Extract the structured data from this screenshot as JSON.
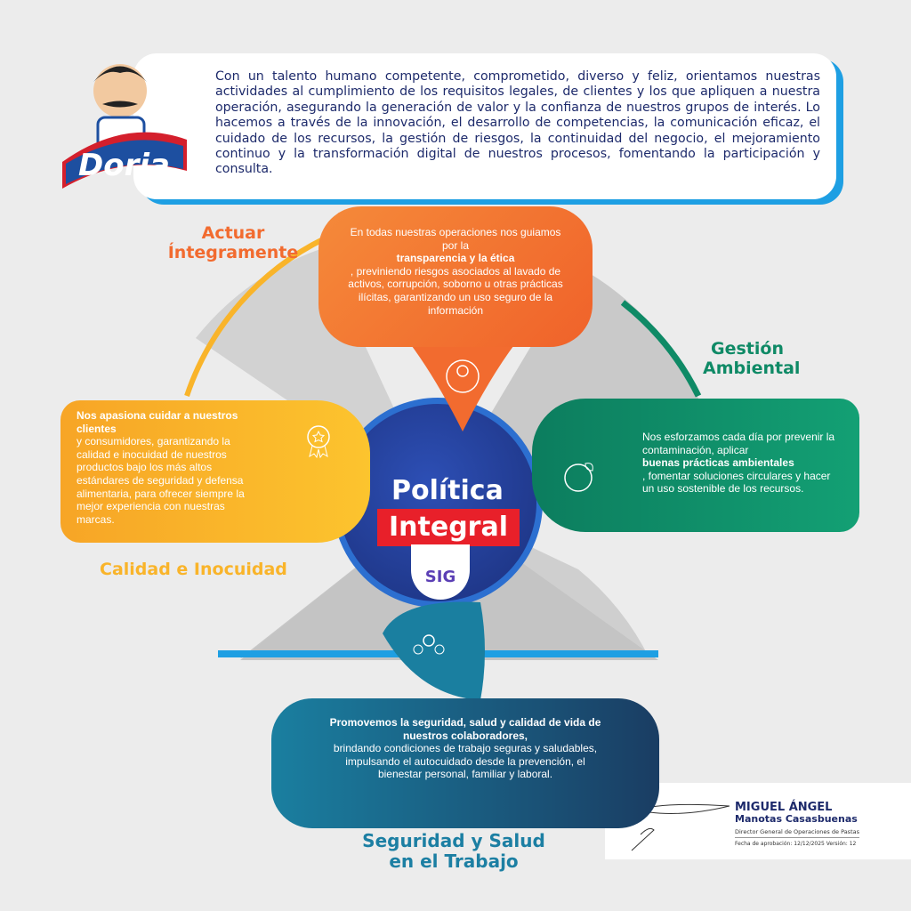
{
  "brand": {
    "logo_text": "Doria"
  },
  "intro": {
    "text": "Con un talento humano competente, comprometido, diverso y feliz, orientamos nuestras actividades al cumplimiento de los requisitos legales, de clientes y los que apliquen a nuestra operación, asegurando la generación de valor y la confianza de nuestros grupos de interés. Lo hacemos a través de la innovación, el desarrollo de competencias, la comunicación eficaz, el cuidado de los recursos, la gestión de riesgos, la continuidad del negocio, el mejoramiento continuo y la transformación digital de nuestros procesos, fomentando la participación y consulta."
  },
  "center": {
    "line1": "Política",
    "line2": "Integral",
    "badge": "SIG"
  },
  "pillars": {
    "actuar": {
      "title1": "Actuar",
      "title2": "Íntegramente",
      "pre": "En todas nuestras operaciones nos guiamos por la ",
      "bold": "transparencia y la ética",
      "post": ", previniendo riesgos asociados al lavado de activos, corrupción, soborno u otras prácticas ilícitas, garantizando un uso seguro de la información",
      "color": "#f26b2f"
    },
    "calidad": {
      "title": "Calidad e Inocuidad",
      "bold1": "Nos apasiona cuidar a nuestros clientes",
      "post": " y consumidores, garantizando la calidad e inocuidad de nuestros productos bajo los más altos estándares de seguridad y defensa alimentaria, para ofrecer siempre la mejor experiencia con nuestras marcas.",
      "color": "#f9b42a"
    },
    "ambiental": {
      "title1": "Gestión",
      "title2": "Ambiental",
      "pre": "Nos esforzamos cada día por prevenir la contaminación, aplicar ",
      "bold": "buenas prácticas ambientales",
      "post": ", fomentar soluciones circulares y hacer un uso sostenible de los recursos.",
      "color": "#0f8a66"
    },
    "seguridad": {
      "title1": "Seguridad y Salud",
      "title2": "en el Trabajo",
      "bold": "Promovemos la seguridad, salud y calidad de vida de nuestros colaboradores,",
      "post": " brindando condiciones de trabajo seguras y saludables, impulsando el autocuidado desde la prevención, el bienestar personal, familiar y laboral.",
      "color": "#1c7fa3"
    }
  },
  "signature": {
    "name1": "MIGUEL ÁNGEL",
    "name2": "Manotas Casasbuenas",
    "role": "Director General de Operaciones de Pastas",
    "meta": "Fecha de aprobación: 12/12/2025 Versión: 12"
  }
}
